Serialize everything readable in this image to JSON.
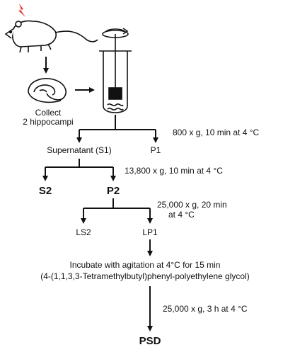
{
  "steps": {
    "collect_line1": "Collect",
    "collect_line2": "2 hippocampi",
    "spin1": "800 x g, 10 min at 4 °C",
    "supernatant": "Supernatant (S1)",
    "p1": "P1",
    "spin2": "13,800 x g, 10 min at 4 °C",
    "s2": "S2",
    "p2": "P2",
    "spin3_line1": "25,000 x g, 20 min",
    "spin3_line2": "at 4 °C",
    "ls2": "LS2",
    "lp1": "LP1",
    "incubate_line1": "Incubate with agitation at 4°C for 15 min",
    "incubate_line2": "(4-(1,1,3,3-Tetramethylbutyl)phenyl-polyethylene glycol)",
    "spin4": "25,000 x g, 3 h at 4 °C",
    "psd": "PSD"
  },
  "icons": [
    "mouse-icon",
    "lightning-icon",
    "hippocampus-icon",
    "homogenizer-tube-icon"
  ],
  "colors": {
    "lightning": "#e8322a",
    "line": "#111111"
  }
}
